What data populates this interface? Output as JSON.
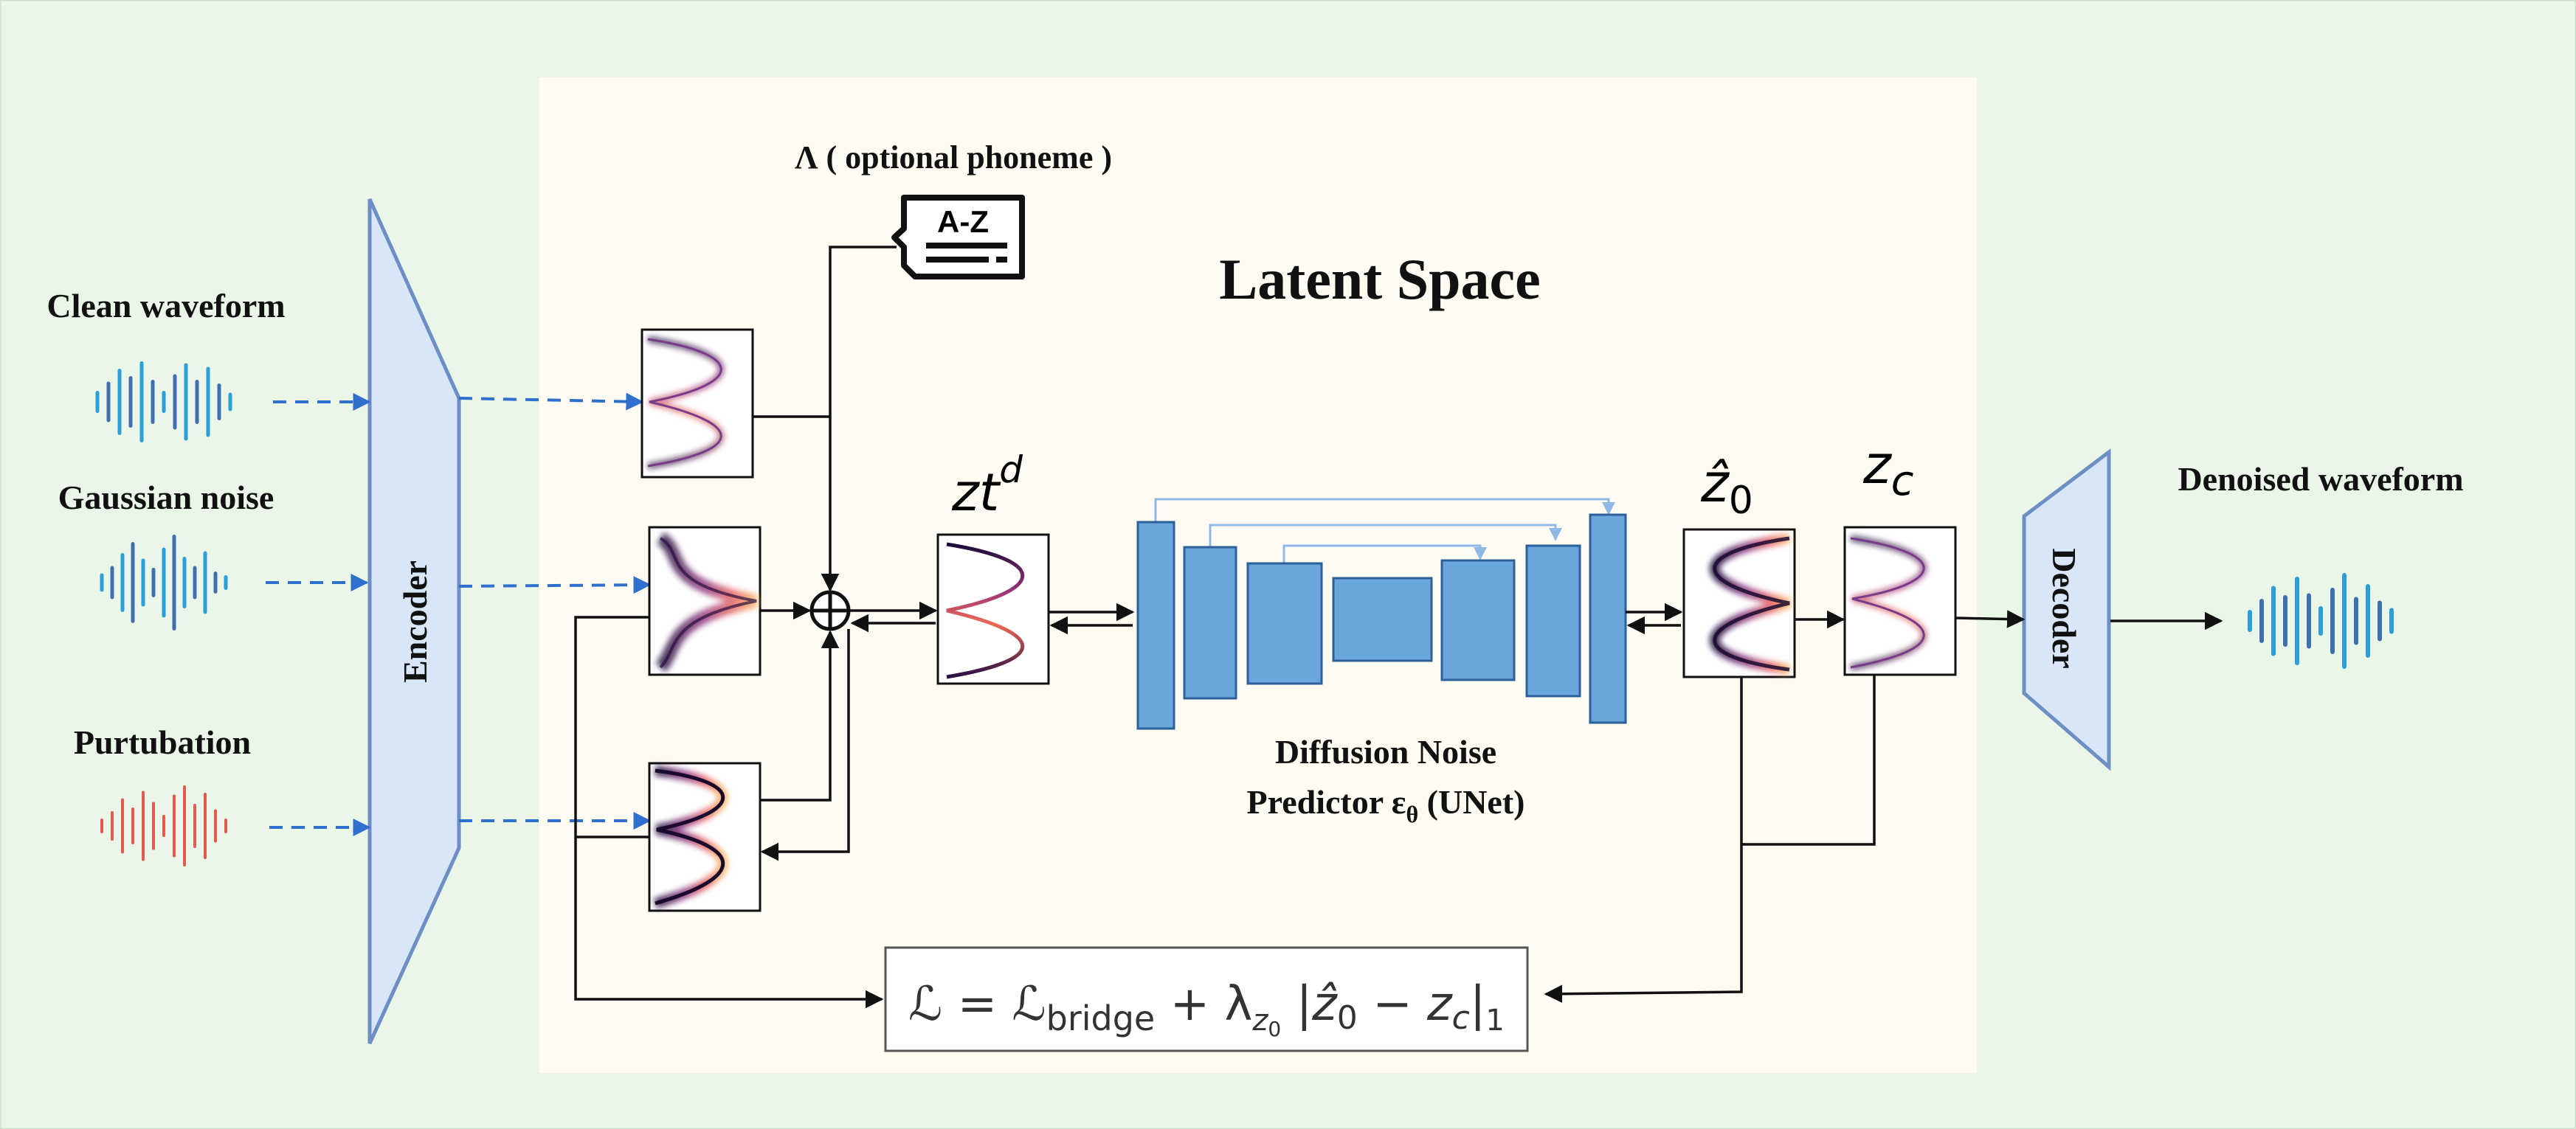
{
  "inputs": {
    "clean": "Clean waveform",
    "gaussian": "Gaussian noise",
    "perturbation": "Purtubation"
  },
  "encoder_label": "Encoder",
  "decoder_label": "Decoder",
  "phoneme": {
    "label": "Λ ( optional phoneme )",
    "icon_text": "A-Z"
  },
  "latent_space_title": "Latent Space",
  "zt": {
    "base": "zt",
    "sup": "d"
  },
  "z0_hat": {
    "base": "ẑ",
    "sub": "0"
  },
  "zc": {
    "base": "z",
    "sub": "c"
  },
  "unet": {
    "line1": "Diffusion Noise",
    "line2": "Predictor ε",
    "theta": "θ",
    "suffix": " (UNet)"
  },
  "loss": {
    "L": "ℒ",
    "eq": " = ",
    "Lb": "ℒ",
    "bridge": "bridge",
    "plus": " + λ",
    "z0sub": "z",
    "z0subsub": "0",
    "abs": " |ẑ",
    "zero": "0",
    "minus": " − z",
    "c": "c",
    "close": "|",
    "one": "1"
  },
  "output": "Denoised waveform",
  "colors": {
    "outer_bg": "#eaf6e8",
    "latent_bg": "#fdfbf2",
    "coder_fill": "#d8e6f8",
    "coder_stroke": "#6d8fc4",
    "unet_fill": "#6aa6dc",
    "unet_stroke": "#2f5f9a",
    "dash_arrow": "#2f6fce",
    "wave_blue": "#2a9fd8",
    "wave_dark": "#3f6fb0",
    "wave_red": "#e35a4e"
  }
}
